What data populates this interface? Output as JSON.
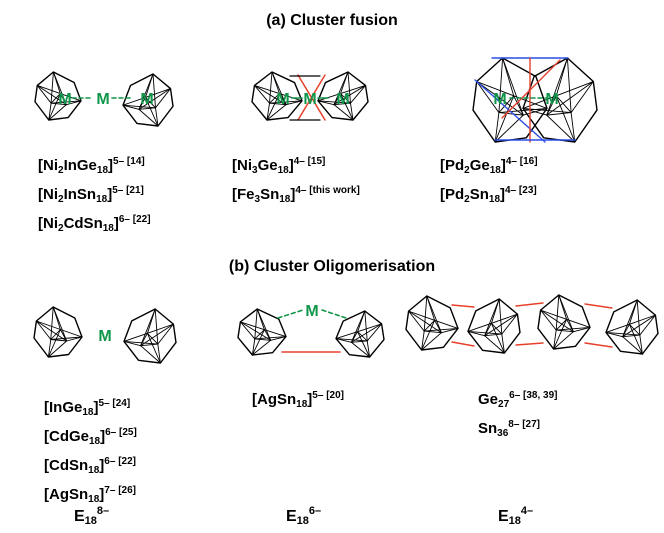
{
  "section_a": {
    "title": "(a) Cluster fusion",
    "col1": [
      {
        "el1": "[Ni",
        "sub1": "2",
        "el2": "InGe",
        "sub2": "18",
        "close": "]",
        "charge": "5– [14]"
      },
      {
        "el1": "[Ni",
        "sub1": "2",
        "el2": "InSn",
        "sub2": "18",
        "close": "]",
        "charge": "5– [21]"
      },
      {
        "el1": "[Ni",
        "sub1": "2",
        "el2": "CdSn",
        "sub2": "18",
        "close": "]",
        "charge": "6– [22]"
      }
    ],
    "col2": [
      {
        "el1": "[Ni",
        "sub1": "3",
        "el2": "Ge",
        "sub2": "18",
        "close": "]",
        "charge": "4– [15]"
      },
      {
        "el1": "[Fe",
        "sub1": "3",
        "el2": "Sn",
        "sub2": "18",
        "close": "]",
        "charge": "4– [this work]"
      }
    ],
    "col3": [
      {
        "el1": "[Pd",
        "sub1": "2",
        "el2": "Ge",
        "sub2": "18",
        "close": "]",
        "charge": "4– [16]"
      },
      {
        "el1": "[Pd",
        "sub1": "2",
        "el2": "Sn",
        "sub2": "18",
        "close": "]",
        "charge": "4– [23]"
      }
    ]
  },
  "section_b": {
    "title": "(b) Cluster Oligomerisation",
    "col1": [
      {
        "el1": "[InGe",
        "sub1": "18",
        "el2": "",
        "sub2": "",
        "close": "]",
        "charge": "5– [24]"
      },
      {
        "el1": "[CdGe",
        "sub1": "18",
        "el2": "",
        "sub2": "",
        "close": "]",
        "charge": "6– [25]"
      },
      {
        "el1": "[CdSn",
        "sub1": "18",
        "el2": "",
        "sub2": "",
        "close": "]",
        "charge": "6– [22]"
      },
      {
        "el1": "[AgSn",
        "sub1": "18",
        "el2": "",
        "sub2": "",
        "close": "]",
        "charge": "7– [26]"
      }
    ],
    "col2": [
      {
        "el1": "[AgSn",
        "sub1": "18",
        "el2": "",
        "sub2": "",
        "close": "]",
        "charge": "5– [20]"
      }
    ],
    "col3": [
      {
        "el1": "Ge",
        "sub1": "27",
        "el2": "",
        "sub2": "",
        "close": "",
        "charge": "6– [38, 39]"
      },
      {
        "el1": "Sn",
        "sub1": "36",
        "el2": "",
        "sub2": "",
        "close": "",
        "charge": "8– [27]"
      }
    ]
  },
  "metal_label": "M",
  "bottom_labels": [
    {
      "base": "E",
      "sub": "18",
      "sup": "8–"
    },
    {
      "base": "E",
      "sub": "18",
      "sup": "6–"
    },
    {
      "base": "E",
      "sub": "18",
      "sup": "4–"
    }
  ],
  "colors": {
    "metal": "#10964a",
    "bond": "#e8402a",
    "fusion": "#2a4fe8",
    "line": "#000000"
  }
}
